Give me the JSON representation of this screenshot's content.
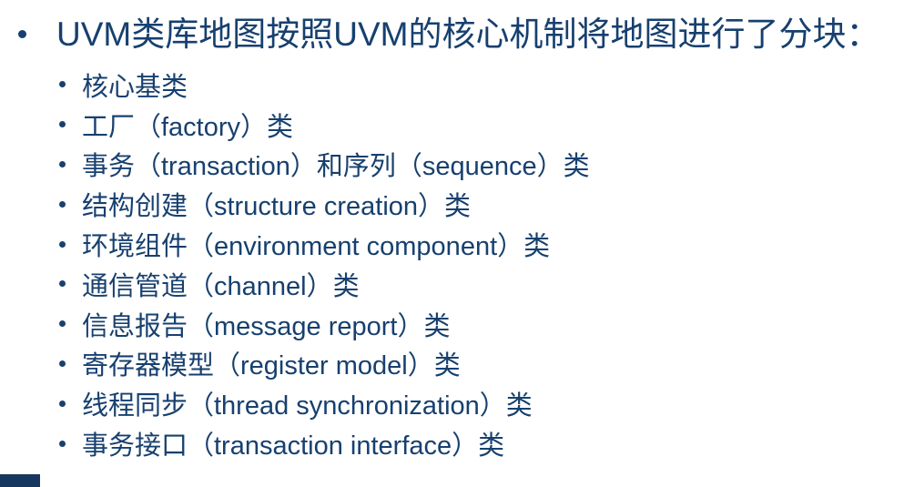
{
  "slide": {
    "title": "UVM类库地图按照UVM的核心机制将地图进行了分块：",
    "bullet_glyph": "•",
    "items": [
      "核心基类",
      "工厂（factory）类",
      "事务（transaction）和序列（sequence）类",
      "结构创建（structure creation）类",
      "环境组件（environment component）类",
      "通信管道（channel）类",
      "信息报告（message report）类",
      "寄存器模型（register model）类",
      "线程同步（thread synchronization）类",
      "事务接口（transaction interface）类"
    ],
    "colors": {
      "text": "#17406F",
      "background": "#FFFFFF",
      "accent_bar": "#17375E"
    }
  }
}
